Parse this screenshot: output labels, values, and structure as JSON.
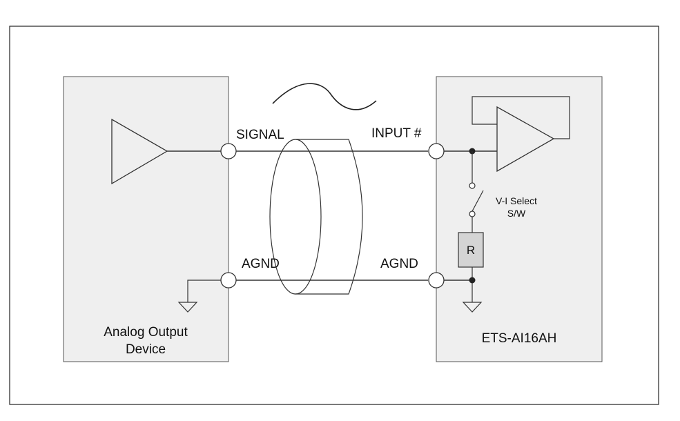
{
  "left_device": {
    "label_line1": "Analog Output",
    "label_line2": "Device"
  },
  "right_device": {
    "label": "ETS-AI16AH"
  },
  "terminals": {
    "signal": "SIGNAL",
    "input": "INPUT #",
    "agnd_left": "AGND",
    "agnd_right": "AGND"
  },
  "switch": {
    "label_line1": "V-I Select",
    "label_line2": "S/W"
  },
  "resistor": {
    "label": "R"
  }
}
